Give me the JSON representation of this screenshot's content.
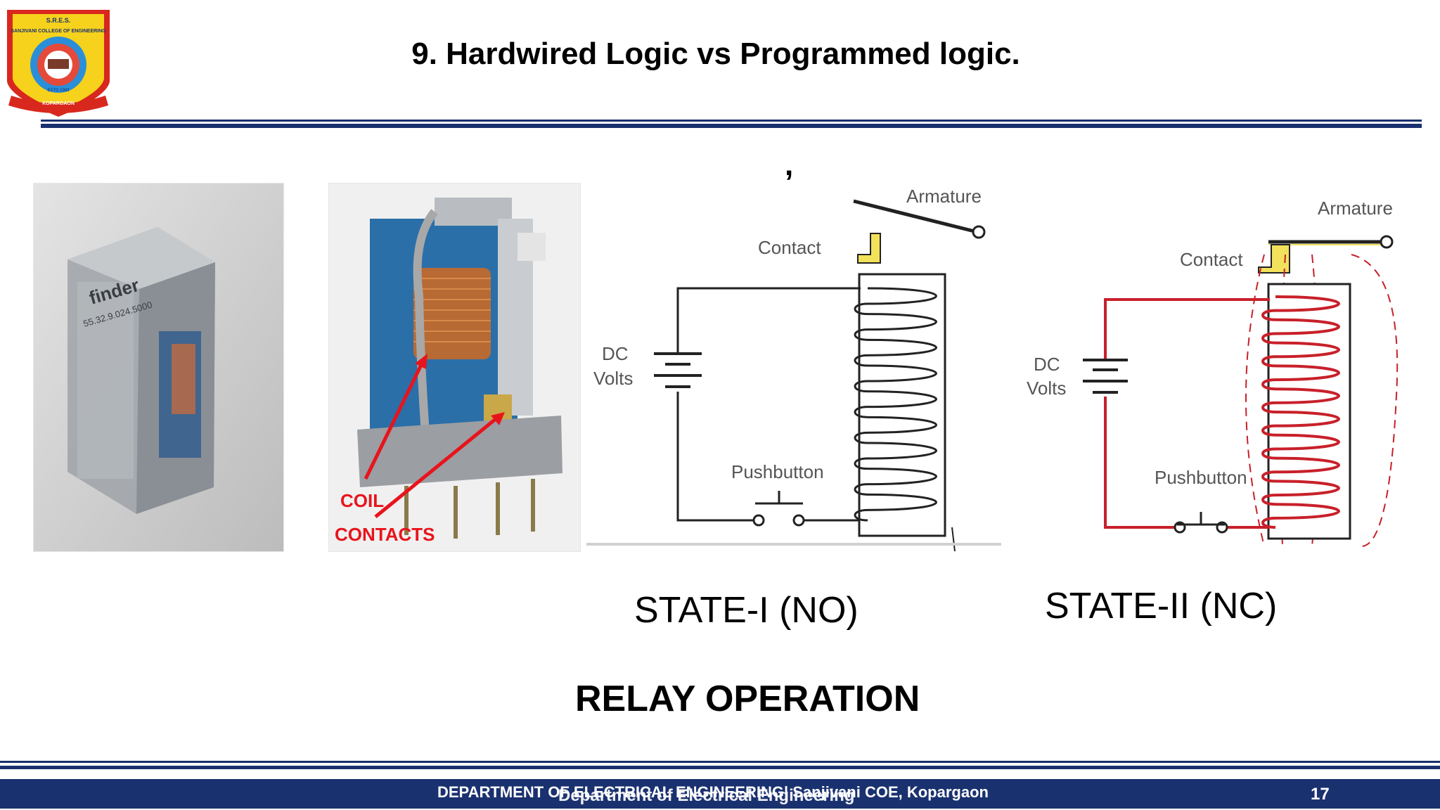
{
  "header": {
    "logo": {
      "top_text": "S.R.E.S.",
      "name_text": "SANJIVANI COLLEGE OF ENGINEERING",
      "ribbon_text": "KOPARGAON",
      "estd_text": "ESTD 1983"
    },
    "title": "9.  Hardwired Logic vs Programmed logic."
  },
  "stray_mark": ",",
  "relay_photos": {
    "closeup_callouts": {
      "coil": "COIL",
      "contacts": "CONTACTS"
    },
    "case_markings": [
      "finder",
      "55.32.9.024.5000"
    ]
  },
  "diagrams": [
    {
      "caption": "STATE-I (NO)",
      "labels": {
        "armature": "Armature",
        "contact": "Contact",
        "dc": "DC",
        "volts": "Volts",
        "pushbutton": "Pushbutton"
      },
      "wire_color": "#222222"
    },
    {
      "caption": "STATE-II (NC)",
      "labels": {
        "armature": "Armature",
        "contact": "Contact",
        "dc": "DC",
        "volts": "Volts",
        "pushbutton": "Pushbutton"
      },
      "wire_color": "#c8202a"
    }
  ],
  "section_heading": "RELAY OPERATION",
  "footer": {
    "department_text": "DEPARTMENT OF ELECTRICAL ENGINEERING| Sanjivani COE, Kopargaon",
    "overlay_text": "Department of Electrical Engineering",
    "page_number": "17"
  },
  "colors": {
    "navy": "#1a3170",
    "coil_red": "#c8202a",
    "contact_yellow": "#f2e15a",
    "logo_red": "#d8281e",
    "logo_yellow": "#f6d21c",
    "logo_blue": "#2a8fd8"
  }
}
